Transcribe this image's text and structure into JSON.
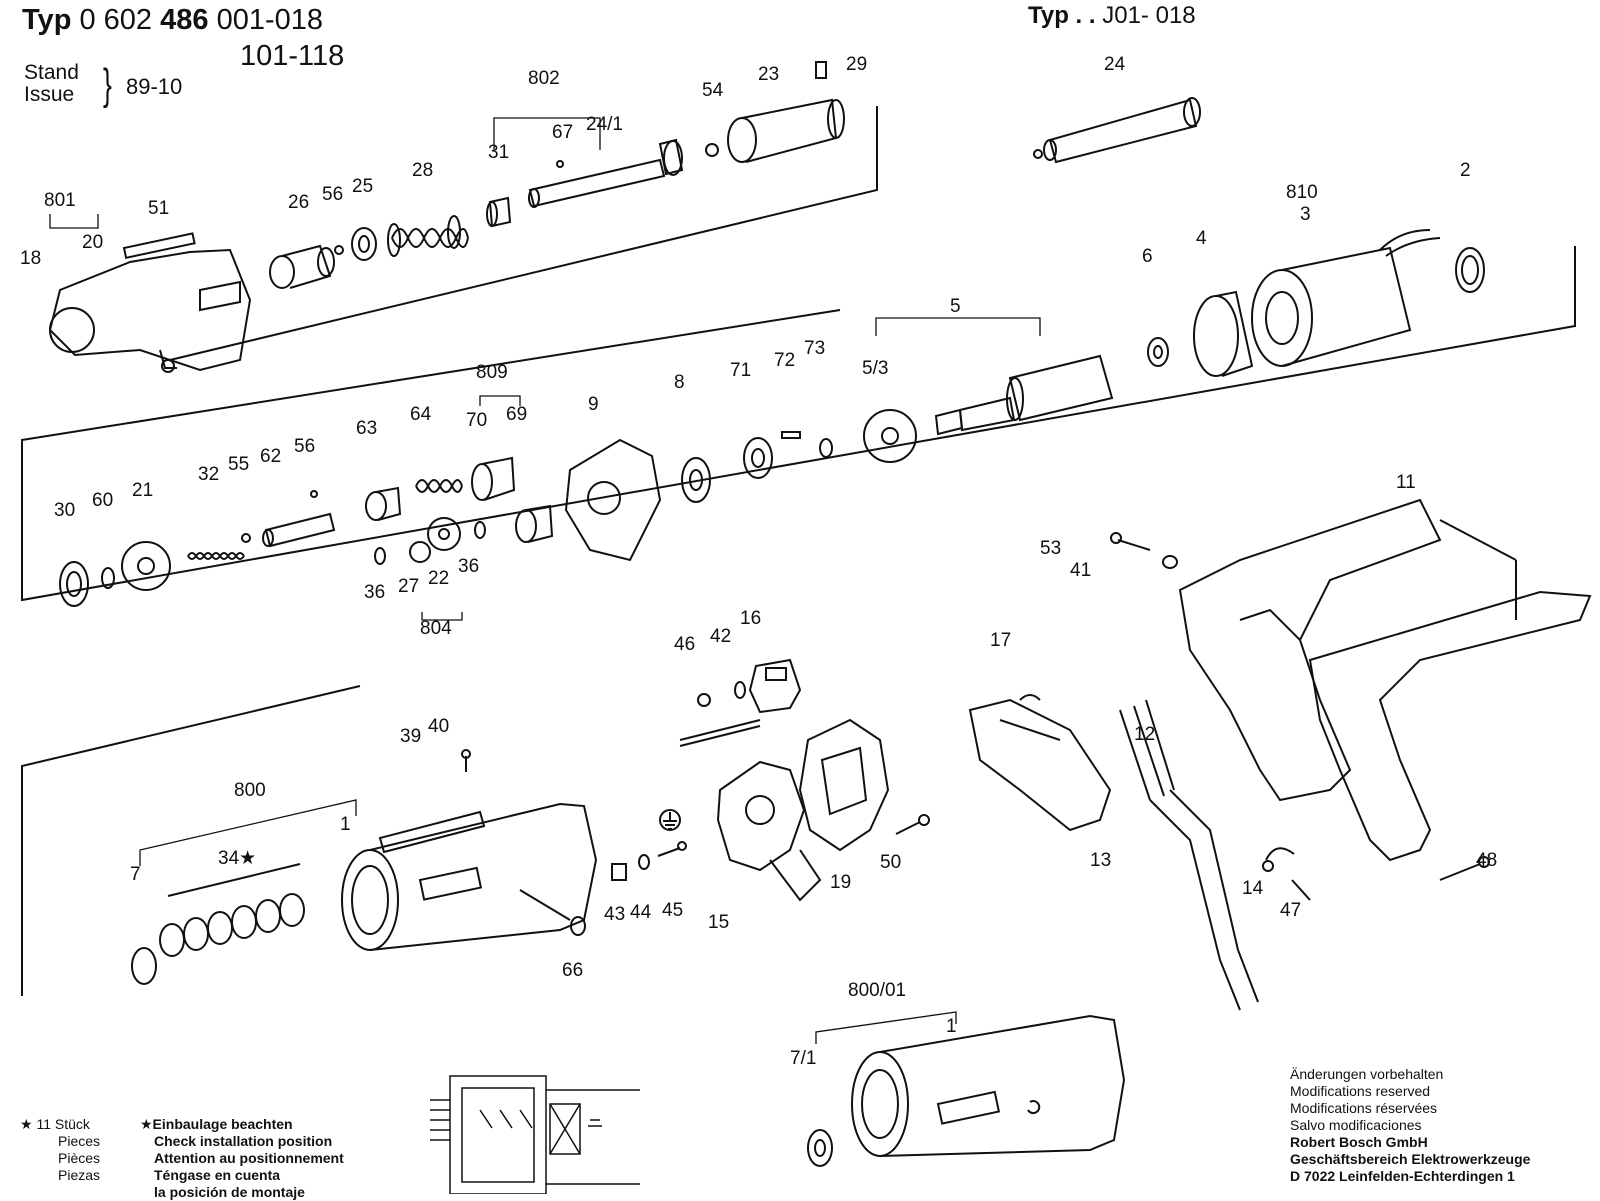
{
  "header": {
    "typ_label": "Typ",
    "typ_number": "0 602",
    "typ_number_bold": "486",
    "typ_suffix": "001-018",
    "typ_line2": "101-118",
    "stand_label": "Stand",
    "issue_label": "Issue",
    "stand_date": "89-10",
    "typ_right_label": "Typ . .",
    "typ_right_value": "J01- 018"
  },
  "part_numbers": [
    "801",
    "18",
    "20",
    "51",
    "26",
    "56",
    "25",
    "28",
    "31",
    "802",
    "67",
    "24/1",
    "54",
    "23",
    "29",
    "24",
    "810",
    "3",
    "2",
    "6",
    "4",
    "5",
    "5/3",
    "73",
    "72",
    "71",
    "8",
    "9",
    "809",
    "70",
    "69",
    "64",
    "63",
    "56",
    "62",
    "55",
    "32",
    "21",
    "60",
    "30",
    "36",
    "27",
    "22",
    "36",
    "804",
    "46",
    "42",
    "16",
    "17",
    "11",
    "53",
    "41",
    "12",
    "13",
    "14",
    "47",
    "48",
    "39",
    "40",
    "800",
    "34★",
    "7",
    "1",
    "43",
    "44",
    "45",
    "66",
    "15",
    "19",
    "50",
    "800/01",
    "1",
    "7/1"
  ],
  "notes": {
    "star_pieces": "★ 11 Stück",
    "pieces_en": "Pieces",
    "pieces_fr": "Pièces",
    "pieces_es": "Piezas",
    "check_de": "★Einbaulage beachten",
    "check_en": "Check installation position",
    "check_fr": "Attention au positionnement",
    "check_fr2": "Téngase en cuenta",
    "check_es": "la posición de montaje"
  },
  "footer": {
    "line1": "Änderungen vorbehalten",
    "line2": "Modifications reserved",
    "line3": "Modifications réservées",
    "line4": "Salvo modificaciones",
    "company": "Robert Bosch GmbH",
    "division": "Geschäftsbereich Elektrowerkzeuge",
    "address": "D 7022 Leinfelden-Echterdingen 1"
  }
}
